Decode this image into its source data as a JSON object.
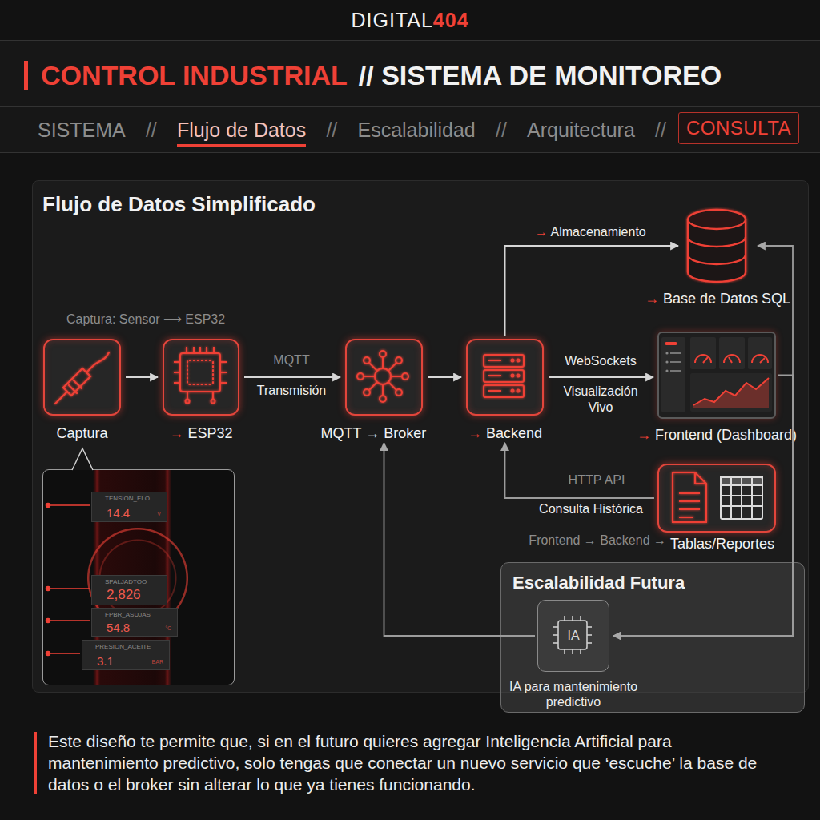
{
  "diagram": {
    "title": "CONTROL INDUSTRIAL",
    "caption": "Este diseño te permite que, si en el futuro quieres agregar Inteligencia Artificial para mantenimiento predictivo, solo tengas que conectar un nuevo servicio que ‘escuche’ la base de datos o el broker sin alterar lo que ya tienes funcionando.",
    "nodes": [
      {
        "text": [
          "CONSULTA"
        ]
      },
      {
        "text": [
          "Flujo de Datos Simplificado"
        ]
      },
      {
        "text": [
          "→ Base de Datos SQL"
        ],
        "in": 1
      },
      {
        "text": [
          "Captura"
        ],
        "in": 1
      },
      {
        "text": [
          "→ ESP32"
        ],
        "in": 1
      },
      {
        "text": [
          "MQTT → Broker"
        ],
        "in": 1
      },
      {
        "text": [
          "→ Backend"
        ],
        "in": 1
      },
      {
        "text": [
          "→ Frontend (Dashboard)"
        ],
        "in": 1
      },
      {
        "text": [
          "Tablas/Reportes"
        ],
        "in": 1
      },
      {
        "text": [],
        "in": 1
      },
      {
        "text": [
          "TENSION_ELO",
          "14.4",
          "V"
        ],
        "in": 9
      },
      {
        "text": [
          "SPALJADTOO",
          "2,826"
        ],
        "in": 9
      },
      {
        "text": [
          "FPBR_ASUJAS",
          "54.8",
          "°C"
        ],
        "in": 9
      },
      {
        "text": [
          "PRESION_ACEITE",
          "3.1",
          "BAR"
        ],
        "in": 9
      },
      {
        "text": [
          "Escalabilidad Futura"
        ]
      },
      {
        "text": [
          "IA",
          "IA para mantenimiento predictivo"
        ],
        "in": 14
      }
    ],
    "edges": [
      {
        "from": 3,
        "to": 4,
        "label": "Captura: Sensor ⟶ ESP32",
        "arrow": "to"
      },
      {
        "from": 4,
        "to": 5,
        "label": "MQTT",
        "arrow": "to"
      },
      {
        "from": 5,
        "to": 6,
        "arrow": "to"
      },
      {
        "from": 6,
        "to": 7,
        "label": "WebSockets",
        "arrow": "to"
      },
      {
        "from": 6,
        "to": 2,
        "label": "→ Almacenamiento",
        "arrow": "to"
      },
      {
        "from": 8,
        "to": 6,
        "label": "HTTP API",
        "arrow": "to"
      },
      {
        "from": 7,
        "to": 15,
        "arrow": "to"
      },
      {
        "from": 15,
        "to": 5,
        "arrow": "to"
      },
      {
        "from": 2,
        "to": 15,
        "arrow": "both"
      }
    ],
    "labels": [
      "DIGITAL",
      "404",
      "// SISTEMA DE MONITOREO",
      "SISTEMA",
      "//",
      "Flujo de Datos",
      "//",
      "Escalabilidad",
      "//",
      "Arquitectura",
      "//",
      "Transmisión",
      "Visualización Vivo",
      "Consulta Histórica",
      "Frontend → Backend →"
    ]
  }
}
